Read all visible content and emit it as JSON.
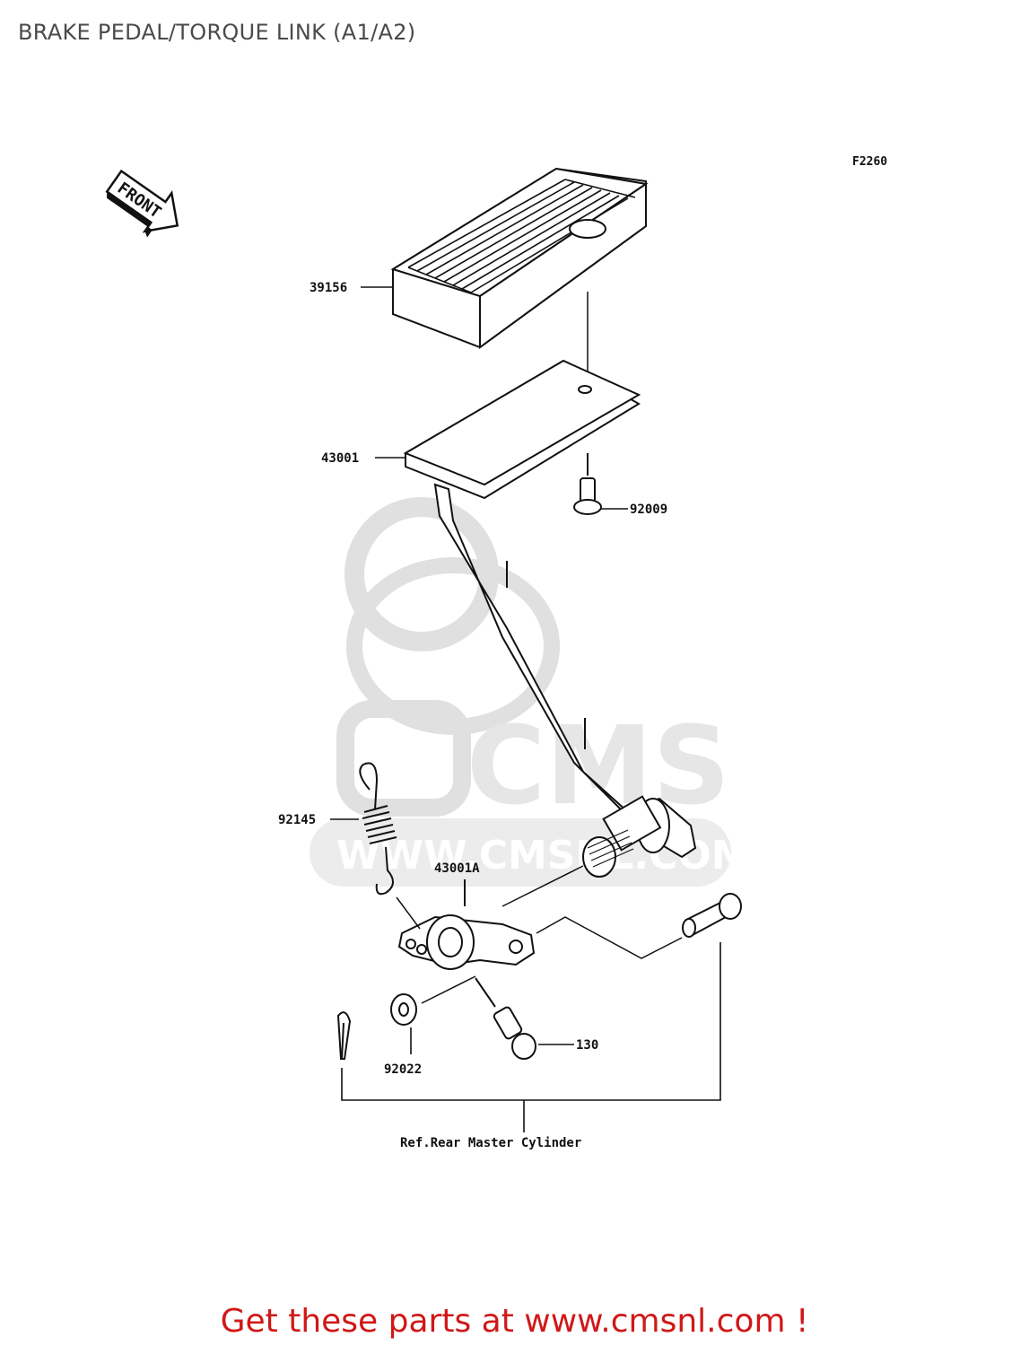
{
  "page": {
    "title": "BRAKE PEDAL/TORQUE LINK (A1/A2)"
  },
  "diagram": {
    "figure_code": "F2260",
    "front_marker": "FRONT",
    "watermark": {
      "brand": "CMS",
      "url": "WWW.CMSNL.COM"
    },
    "parts": [
      {
        "number": "39156",
        "name": "brake-pedal-pad"
      },
      {
        "number": "43001",
        "name": "brake-pedal"
      },
      {
        "number": "92009",
        "name": "screw"
      },
      {
        "number": "92145",
        "name": "return-spring"
      },
      {
        "number": "43001A",
        "name": "torque-link-lever"
      },
      {
        "number": "92022",
        "name": "washer"
      },
      {
        "number": "130",
        "name": "flange-bolt"
      }
    ],
    "reference_note": "Ref.Rear Master Cylinder"
  },
  "footer": {
    "cta": "Get these parts at www.cmsnl.com !"
  },
  "colors": {
    "title": "#4a4a4a",
    "cta": "#d01818",
    "lines": "#111111",
    "watermark": "#e6e6e6"
  }
}
